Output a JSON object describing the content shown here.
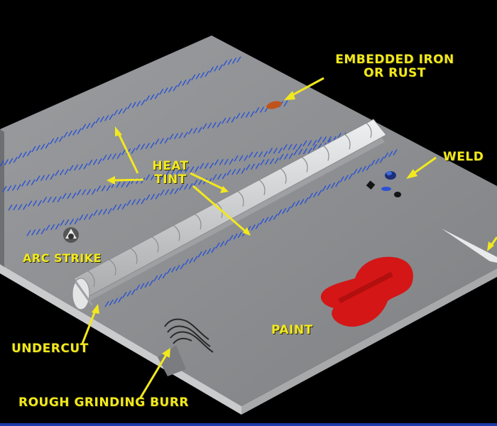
{
  "labels": {
    "embedded_iron_1": "EMBEDDED IRON",
    "embedded_iron_2": "OR RUST",
    "weld": "WELD",
    "heat_tint_1": "HEAT",
    "heat_tint_2": "TINT",
    "arc_strike": "ARC STRIKE",
    "paint": "PAINT",
    "undercut": "UNDERCUT",
    "rough_grinding_burr": "ROUGH GRINDING BURR"
  },
  "colors": {
    "background": "#000000",
    "plate_top": "#8d8f92",
    "plate_edge": "#c9cbcd",
    "weld_bead": "#d4d6d8",
    "heat_tint": "#2a52d6",
    "label": "#f2e81e",
    "paint": "#d41616",
    "rust": "#c0531c",
    "footer": "#1b39a8"
  }
}
